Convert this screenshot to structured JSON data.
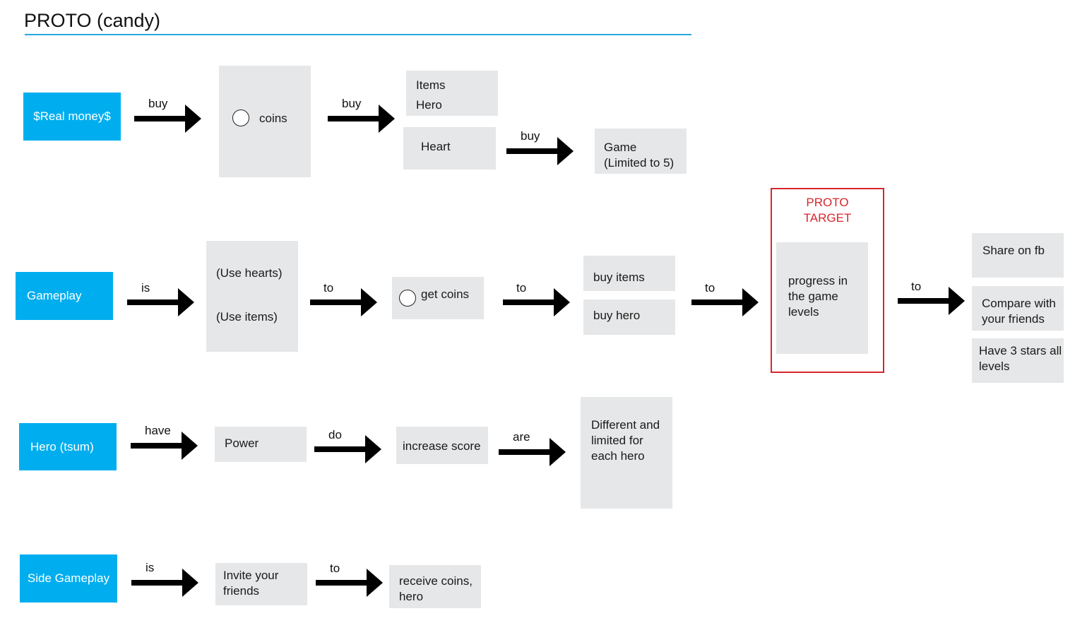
{
  "title": "PROTO (candy)",
  "rows": {
    "real_money": {
      "label": "$Real money$",
      "edge_buy_1": "buy",
      "coins": "coins",
      "edge_buy_2": "buy",
      "items_hero": [
        "Items",
        "Hero"
      ],
      "heart": "Heart",
      "edge_buy_3": "buy",
      "game": [
        "Game",
        "(Limited to 5)"
      ]
    },
    "gameplay": {
      "label": "Gameplay",
      "edge_is": "is",
      "uses": [
        "(Use hearts)",
        "(Use items)"
      ],
      "edge_to_1": "to",
      "get_coins": "get coins",
      "edge_to_2": "to",
      "buy_items": "buy items",
      "buy_hero": "buy hero",
      "edge_to_3": "to",
      "edge_to_4": "to",
      "share": "Share on fb",
      "compare": [
        "Compare with",
        "your friends"
      ],
      "stars": [
        "Have 3 stars all",
        "levels"
      ]
    },
    "target": {
      "title": [
        "PROTO",
        "TARGET"
      ],
      "progress": [
        "progress in",
        "the game",
        "levels"
      ]
    },
    "hero": {
      "label": "Hero (tsum)",
      "edge_have": "have",
      "power": "Power",
      "edge_do": "do",
      "increase": "increase score",
      "edge_are": "are",
      "different": [
        "Different and",
        "limited for",
        "each hero"
      ]
    },
    "side": {
      "label": "Side Gameplay",
      "edge_is": "is",
      "invite": [
        "Invite your",
        "friends"
      ],
      "edge_to": "to",
      "receive": [
        "receive coins,",
        "hero"
      ]
    }
  },
  "colors": {
    "accent_blue": "#00aeef",
    "node_grey": "#e6e7e8",
    "target_red": "#d9262c",
    "title_rule": "#2aa8e0"
  }
}
